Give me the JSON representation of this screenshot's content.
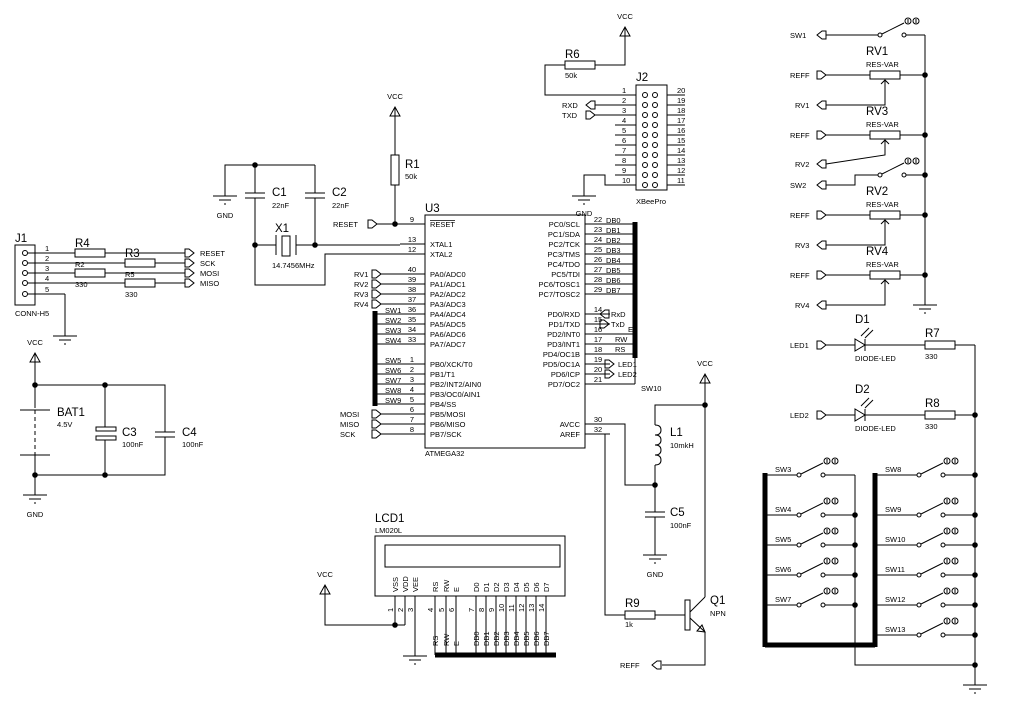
{
  "vcc": "VCC",
  "gnd": "GND",
  "u3": {
    "ref": "U3",
    "part": "ATMEGA32",
    "left_pins": [
      {
        "num": "9",
        "name": "RESET"
      },
      {
        "num": "13",
        "name": "XTAL1"
      },
      {
        "num": "12",
        "name": "XTAL2"
      },
      {
        "num": "40",
        "name": "PA0/ADC0"
      },
      {
        "num": "39",
        "name": "PA1/ADC1"
      },
      {
        "num": "38",
        "name": "PA2/ADC2"
      },
      {
        "num": "37",
        "name": "PA3/ADC3"
      },
      {
        "num": "36",
        "name": "PA4/ADC4"
      },
      {
        "num": "35",
        "name": "PA5/ADC5"
      },
      {
        "num": "34",
        "name": "PA6/ADC6"
      },
      {
        "num": "33",
        "name": "PA7/ADC7"
      },
      {
        "num": "1",
        "name": "PB0/XCK/T0"
      },
      {
        "num": "2",
        "name": "PB1/T1"
      },
      {
        "num": "3",
        "name": "PB2/INT2/AIN0"
      },
      {
        "num": "4",
        "name": "PB3/OC0/AIN1"
      },
      {
        "num": "5",
        "name": "PB4/SS"
      },
      {
        "num": "6",
        "name": "PB5/MOSI"
      },
      {
        "num": "7",
        "name": "PB6/MISO"
      },
      {
        "num": "8",
        "name": "PB7/SCK"
      }
    ],
    "right_pins": [
      {
        "num": "22",
        "name": "PC0/SCL"
      },
      {
        "num": "23",
        "name": "PC1/SDA"
      },
      {
        "num": "24",
        "name": "PC2/TCK"
      },
      {
        "num": "25",
        "name": "PC3/TMS"
      },
      {
        "num": "26",
        "name": "PC4/TDO"
      },
      {
        "num": "27",
        "name": "PC5/TDI"
      },
      {
        "num": "28",
        "name": "PC6/TOSC1"
      },
      {
        "num": "29",
        "name": "PC7/TOSC2"
      },
      {
        "num": "14",
        "name": "PD0/RXD"
      },
      {
        "num": "15",
        "name": "PD1/TXD"
      },
      {
        "num": "16",
        "name": "PD2/INT0"
      },
      {
        "num": "17",
        "name": "PD3/INT1"
      },
      {
        "num": "18",
        "name": "PD4/OC1B"
      },
      {
        "num": "19",
        "name": "PD5/OC1A"
      },
      {
        "num": "20",
        "name": "PD6/ICP"
      },
      {
        "num": "21",
        "name": "PD7/OC2"
      },
      {
        "num": "30",
        "name": "AVCC"
      },
      {
        "num": "32",
        "name": "AREF"
      }
    ]
  },
  "u3_nets": {
    "reset": "RESET",
    "rv": [
      "RV1",
      "RV2",
      "RV3",
      "RV4"
    ],
    "sw": [
      "SW1",
      "SW2",
      "SW3",
      "SW4",
      "SW5",
      "SW6",
      "SW7",
      "SW8",
      "SW9"
    ],
    "spi": [
      "MOSI",
      "MISO",
      "SCK"
    ],
    "db": [
      "DB0",
      "DB1",
      "DB2",
      "DB3",
      "DB4",
      "DB5",
      "DB6",
      "DB7"
    ],
    "rxd": "RxD",
    "txd": "TxD",
    "e": "E",
    "rw": "RW",
    "rs": "RS",
    "led": [
      "LED1",
      "LED2"
    ],
    "sw10": "SW10"
  },
  "r1": {
    "ref": "R1",
    "value": "50k"
  },
  "crystal": {
    "c1": {
      "ref": "C1",
      "value": "22nF"
    },
    "c2": {
      "ref": "C2",
      "value": "22nF"
    },
    "x1": {
      "ref": "X1",
      "value": "14.7456MHz"
    }
  },
  "j1": {
    "ref": "J1",
    "part": "CONN-H5",
    "pins": [
      "1",
      "2",
      "3",
      "4",
      "5"
    ],
    "resistors": [
      {
        "ref": "R4",
        "value": "R2"
      },
      {
        "ref": "R3",
        "value": "R5"
      },
      {
        "ref": "",
        "value": "330"
      },
      {
        "ref": "",
        "value": "330"
      }
    ],
    "nets": [
      "RESET",
      "SCK",
      "MOSI",
      "MISO"
    ]
  },
  "power": {
    "bat1": {
      "ref": "BAT1",
      "value": "4.5V"
    },
    "c3": {
      "ref": "C3",
      "value": "100nF"
    },
    "c4": {
      "ref": "C4",
      "value": "100nF"
    }
  },
  "lcd": {
    "ref": "LCD1",
    "part": "LM020L",
    "pins": [
      {
        "num": "1",
        "name": "VSS"
      },
      {
        "num": "2",
        "name": "VDD"
      },
      {
        "num": "3",
        "name": "VEE"
      },
      {
        "num": "4",
        "name": "RS"
      },
      {
        "num": "5",
        "name": "RW"
      },
      {
        "num": "6",
        "name": "E"
      },
      {
        "num": "7",
        "name": "D0"
      },
      {
        "num": "8",
        "name": "D1"
      },
      {
        "num": "9",
        "name": "D2"
      },
      {
        "num": "10",
        "name": "D3"
      },
      {
        "num": "11",
        "name": "D4"
      },
      {
        "num": "12",
        "name": "D5"
      },
      {
        "num": "13",
        "name": "D6"
      },
      {
        "num": "14",
        "name": "D7"
      }
    ],
    "nets": [
      "RS",
      "RW",
      "E",
      "DB0",
      "DB1",
      "DB2",
      "DB3",
      "DB4",
      "DB5",
      "DB6",
      "DB7"
    ]
  },
  "j2": {
    "ref": "J2",
    "part": "XBeePro",
    "left_pins": [
      "1",
      "2",
      "3",
      "4",
      "5",
      "6",
      "7",
      "8",
      "9",
      "10"
    ],
    "right_pins": [
      "20",
      "19",
      "18",
      "17",
      "16",
      "15",
      "14",
      "13",
      "12",
      "11"
    ],
    "r6": {
      "ref": "R6",
      "value": "50k"
    },
    "rxd": "RXD",
    "txd": "TXD"
  },
  "analog": {
    "sw1": "SW1",
    "sw2": "SW2",
    "reff": "REFF",
    "pots": [
      {
        "ref": "RV1",
        "part": "RES-VAR",
        "net": "RV1"
      },
      {
        "ref": "RV3",
        "part": "RES-VAR",
        "net": "RV2"
      },
      {
        "ref": "RV2",
        "part": "RES-VAR",
        "net": "RV3"
      },
      {
        "ref": "RV4",
        "part": "RES-VAR",
        "net": "RV4"
      }
    ]
  },
  "leds": [
    {
      "ref": "D1",
      "part": "DIODE-LED",
      "net": "LED1",
      "r_ref": "R7",
      "r_value": "330"
    },
    {
      "ref": "D2",
      "part": "DIODE-LED",
      "net": "LED2",
      "r_ref": "R8",
      "r_value": "330"
    }
  ],
  "switches": {
    "left": [
      "SW3",
      "SW4",
      "SW5",
      "SW6",
      "SW7"
    ],
    "right": [
      "SW8",
      "SW9",
      "SW10",
      "SW11",
      "SW12",
      "SW13"
    ]
  },
  "supply": {
    "l1": {
      "ref": "L1",
      "value": "10mkH"
    },
    "c5": {
      "ref": "C5",
      "value": "100nF"
    },
    "r9": {
      "ref": "R9",
      "value": "1k"
    },
    "q1": {
      "ref": "Q1",
      "part": "NPN"
    },
    "reff": "REFF"
  }
}
